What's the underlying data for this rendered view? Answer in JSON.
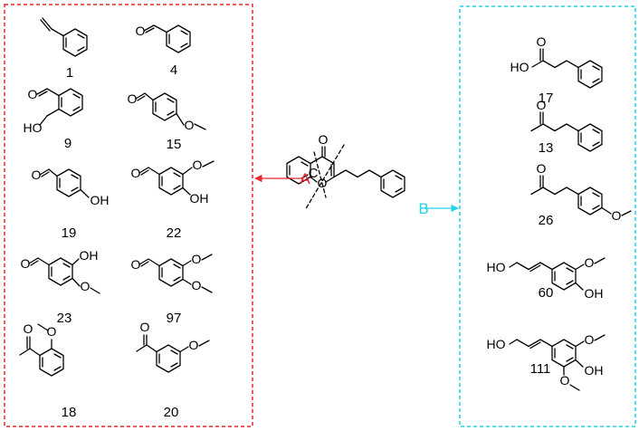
{
  "colors": {
    "left_box": "#e8262b",
    "right_box": "#22d3e6",
    "bond": "#000000",
    "label_a": "#e8262b",
    "label_b": "#22d3e6"
  },
  "atoms": {
    "oxygen": "O",
    "hydroxyl": "OH",
    "hydroxyl_left": "HO"
  },
  "center": {
    "label_a": "A",
    "label_b": "B",
    "label_c": "C"
  },
  "left_compounds": [
    "1",
    "4",
    "9",
    "15",
    "19",
    "22",
    "23",
    "97",
    "18",
    "20"
  ],
  "right_compounds": [
    "17",
    "13",
    "26",
    "60",
    "111"
  ]
}
